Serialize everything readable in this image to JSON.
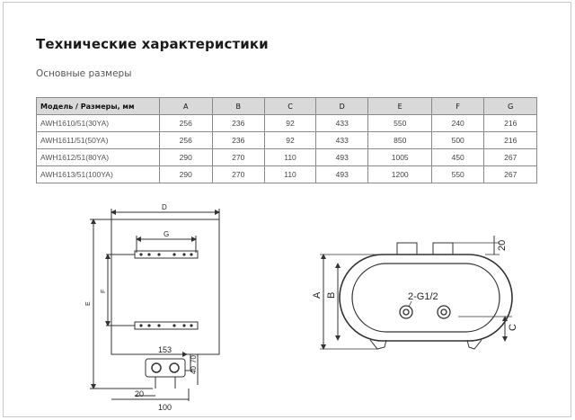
{
  "page": {
    "title": "Технические характеристики",
    "subtitle": "Основные размеры"
  },
  "table": {
    "headers": [
      "Модель / Размеры, мм",
      "A",
      "B",
      "C",
      "D",
      "E",
      "F",
      "G"
    ],
    "rows": [
      [
        "AWH1610/51(30YA)",
        "256",
        "236",
        "92",
        "433",
        "550",
        "240",
        "216"
      ],
      [
        "AWH1611/51(50YA)",
        "256",
        "236",
        "92",
        "433",
        "850",
        "500",
        "216"
      ],
      [
        "AWH1612/51(80YA)",
        "290",
        "270",
        "110",
        "493",
        "1005",
        "450",
        "267"
      ],
      [
        "AWH1613/51(100YA)",
        "290",
        "270",
        "110",
        "493",
        "1200",
        "550",
        "267"
      ]
    ]
  },
  "front_view": {
    "labels": {
      "d": "D",
      "g": "G",
      "e": "E",
      "f": "F",
      "dim_153": "153",
      "dim_40": "40",
      "dim_70": "70",
      "dim_20": "20",
      "dim_100": "100"
    }
  },
  "side_view": {
    "labels": {
      "a": "A",
      "b": "B",
      "c": "C",
      "dim_20": "20",
      "pipe": "2-G1/2"
    }
  },
  "colors": {
    "line": "#333333",
    "header_bg": "#d9d9d9",
    "table_border": "#8a8a8a"
  }
}
